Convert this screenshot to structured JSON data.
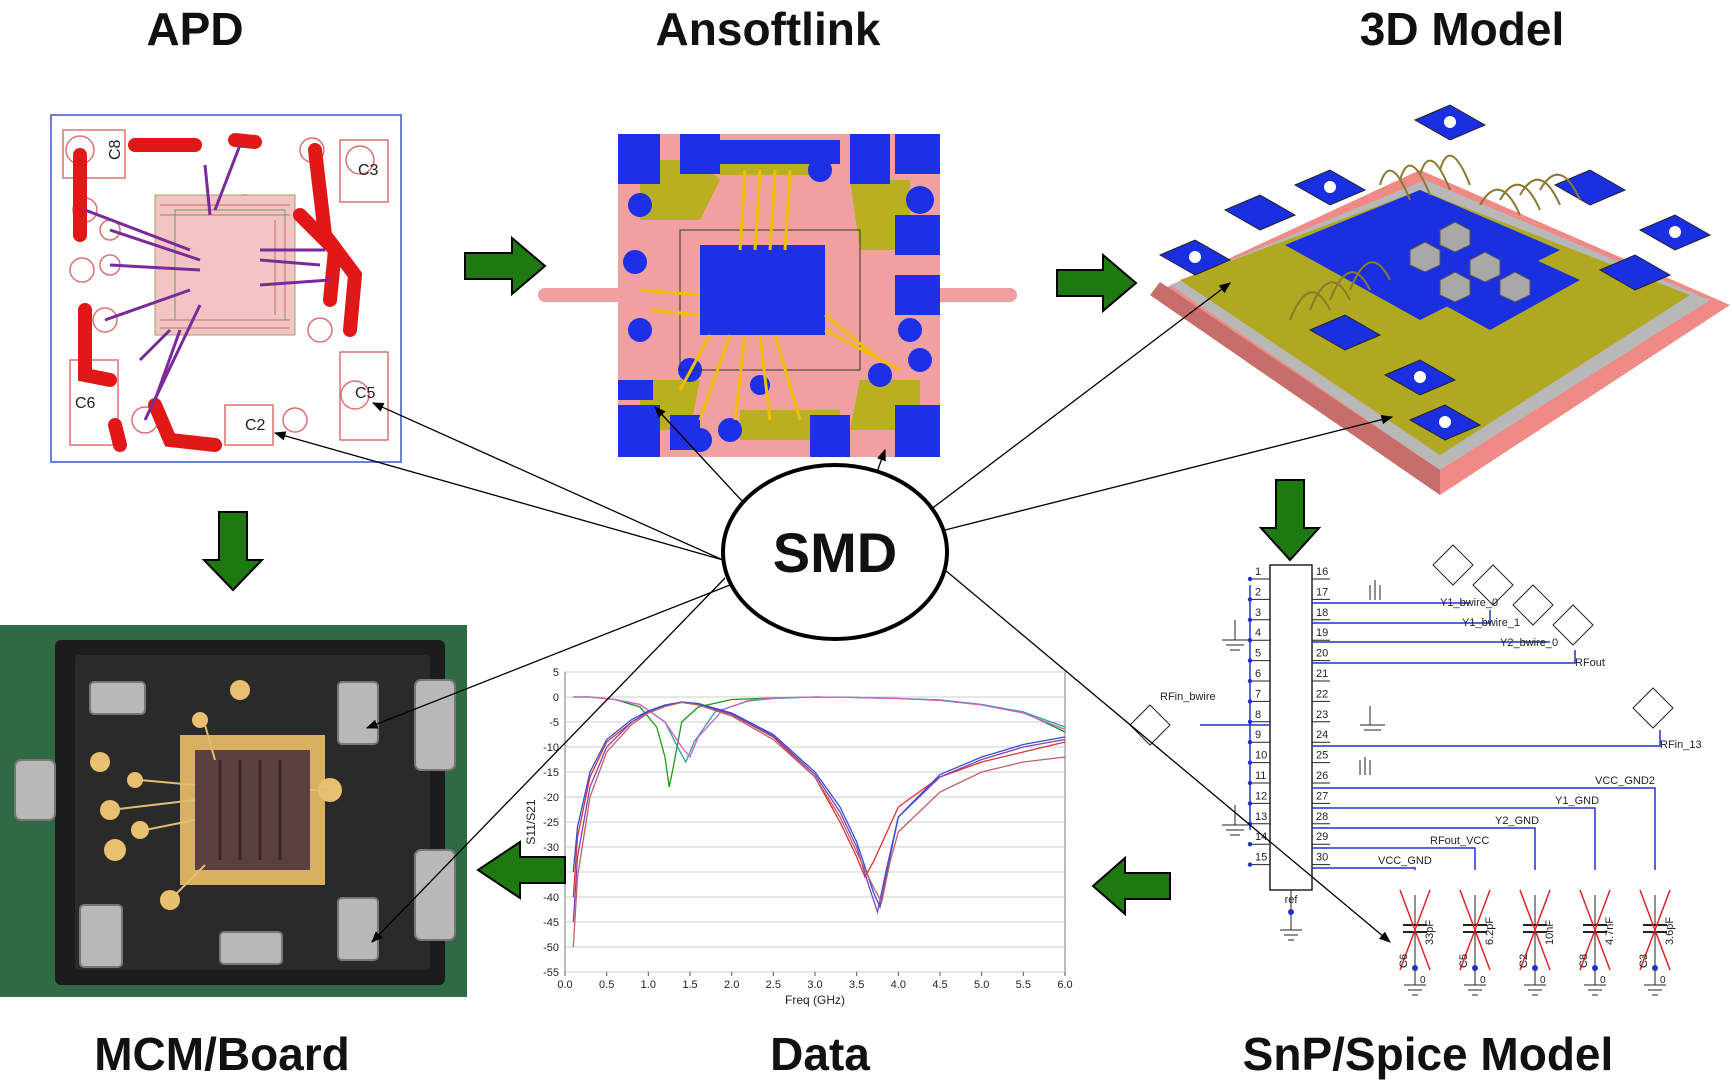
{
  "labels": {
    "apd": "APD",
    "ansoftlink": "Ansoftlink",
    "model3d": "3D Model",
    "mcm": "MCM/Board",
    "data": "Data",
    "snp": "SnP/Spice Model",
    "center": "SMD"
  },
  "apd_silk": [
    "C8",
    "C3",
    "C6",
    "C5",
    "C2"
  ],
  "schematic": {
    "left_pins": [
      "1",
      "2",
      "3",
      "4",
      "5",
      "6",
      "7",
      "8",
      "9",
      "10",
      "11",
      "12",
      "13",
      "14",
      "15"
    ],
    "right_pins": [
      "16",
      "17",
      "18",
      "19",
      "20",
      "21",
      "22",
      "23",
      "24",
      "25",
      "26",
      "27",
      "28",
      "29",
      "30"
    ],
    "ref": "ref",
    "nets": {
      "y1_bwire_0": "Y1_bwire_0",
      "y1_bwire_1": "Y1_bwire_1",
      "y2_bwire_0": "Y2_bwire_0",
      "rfout": "RFout",
      "rfin_bwire": "RFin_bwire",
      "rfin_13": "RFin_13",
      "vcc_gnd2": "VCC_GND2",
      "y1_gnd": "Y1_GND",
      "y2_gnd": "Y2_GND",
      "rfout_vcc": "RFout_VCC",
      "vcc_gnd": "VCC_GND"
    },
    "caps": [
      {
        "ref": "C6",
        "value": "33pF"
      },
      {
        "ref": "C5",
        "value": "6.2pF"
      },
      {
        "ref": "C2",
        "value": "10nF"
      },
      {
        "ref": "C8",
        "value": "4.7nF"
      },
      {
        "ref": "C3",
        "value": "3.6pF"
      }
    ],
    "gnd_label": "0"
  },
  "chart_data": {
    "type": "line",
    "xlabel": "Freq (GHz)",
    "ylabel": "S11/S21",
    "xlim": [
      0.0,
      6.0
    ],
    "ylim": [
      -55,
      5
    ],
    "xticks": [
      "0.0",
      "0.5",
      "1.0",
      "1.5",
      "2.0",
      "2.5",
      "3.0",
      "3.5",
      "4.0",
      "4.5",
      "5.0",
      "5.5",
      "6.0"
    ],
    "yticks": [
      "5",
      "0",
      "-5",
      "-10",
      "-15",
      "-20",
      "-25",
      "-30",
      "-35",
      "-40",
      "-45",
      "-50",
      "-55"
    ],
    "grid": "horizontal",
    "series": [
      {
        "color": "#1a9a1a",
        "x": [
          0.1,
          0.3,
          0.6,
          0.9,
          1.1,
          1.2,
          1.25,
          1.3,
          1.4,
          1.6,
          2.0,
          2.5,
          3.0,
          3.5,
          4.0,
          4.5,
          5.0,
          5.5,
          6.0
        ],
        "y": [
          0,
          0,
          -0.5,
          -2,
          -6,
          -12,
          -18,
          -14,
          -5,
          -2,
          -0.5,
          -0.2,
          0,
          -0.1,
          -0.3,
          -0.6,
          -1.5,
          -3,
          -7
        ]
      },
      {
        "color": "#2aa0a0",
        "x": [
          0.1,
          0.3,
          0.6,
          0.9,
          1.2,
          1.35,
          1.45,
          1.55,
          1.8,
          2.2,
          2.5,
          3.0,
          3.5,
          4.0,
          4.5,
          5.0,
          5.5,
          6.0
        ],
        "y": [
          0,
          0,
          -0.5,
          -1.5,
          -5,
          -10,
          -13,
          -9,
          -3,
          -0.8,
          -0.3,
          0,
          -0.1,
          -0.3,
          -0.6,
          -1.5,
          -3,
          -6
        ]
      },
      {
        "color": "#d060d0",
        "x": [
          0.1,
          0.3,
          0.6,
          0.9,
          1.2,
          1.4,
          1.5,
          1.6,
          1.9,
          2.2,
          2.5,
          3.0,
          3.5,
          4.0,
          4.5,
          5.0,
          5.5,
          6.0
        ],
        "y": [
          0,
          0,
          -0.5,
          -1.5,
          -5,
          -10,
          -12,
          -8,
          -2.5,
          -0.7,
          -0.2,
          0,
          -0.1,
          -0.3,
          -0.7,
          -1.6,
          -3.2,
          -6.5
        ]
      },
      {
        "color": "#e03030",
        "x": [
          0.1,
          0.15,
          0.3,
          0.5,
          0.8,
          1.0,
          1.2,
          1.4,
          1.6,
          2.0,
          2.5,
          3.0,
          3.3,
          3.5,
          3.6,
          3.7,
          4.0,
          4.5,
          5.0,
          5.5,
          6.0
        ],
        "y": [
          -40,
          -28,
          -16,
          -9,
          -5,
          -3,
          -1.8,
          -1,
          -1.5,
          -3.5,
          -8,
          -16,
          -25,
          -32,
          -36,
          -33,
          -22,
          -16,
          -13,
          -11,
          -9
        ]
      },
      {
        "color": "#8040c0",
        "x": [
          0.1,
          0.15,
          0.3,
          0.5,
          0.8,
          1.0,
          1.2,
          1.4,
          1.6,
          2.0,
          2.5,
          3.0,
          3.3,
          3.5,
          3.65,
          3.75,
          3.85,
          4.0,
          4.5,
          5.0,
          5.5,
          6.0
        ],
        "y": [
          -45,
          -32,
          -18,
          -10,
          -5,
          -3,
          -1.7,
          -1,
          -1.4,
          -3.4,
          -7.8,
          -15.5,
          -23,
          -30,
          -38,
          -43,
          -35,
          -24,
          -16,
          -12.5,
          -10,
          -8.5
        ]
      },
      {
        "color": "#3050d0",
        "x": [
          0.1,
          0.15,
          0.3,
          0.5,
          0.8,
          1.0,
          1.2,
          1.4,
          1.6,
          2.0,
          2.5,
          3.0,
          3.3,
          3.5,
          3.7,
          3.78,
          3.9,
          4.0,
          4.5,
          5.0,
          5.5,
          6.0
        ],
        "y": [
          -35,
          -26,
          -15,
          -8.5,
          -4.5,
          -2.8,
          -1.6,
          -1,
          -1.3,
          -3.2,
          -7.5,
          -15,
          -22,
          -29,
          -39,
          -42,
          -32,
          -24,
          -15.5,
          -12,
          -9.5,
          -8
        ]
      },
      {
        "color": "#c06060",
        "x": [
          0.1,
          0.15,
          0.3,
          0.5,
          0.8,
          1.0,
          1.2,
          1.4,
          1.6,
          2.0,
          2.5,
          3.0,
          3.3,
          3.5,
          3.7,
          3.8,
          3.9,
          4.0,
          4.5,
          5.0,
          5.5,
          6.0
        ],
        "y": [
          -50,
          -36,
          -20,
          -11,
          -5.5,
          -3.2,
          -1.9,
          -1.1,
          -1.6,
          -3.8,
          -8.5,
          -16,
          -24,
          -31,
          -38,
          -41,
          -33,
          -27,
          -19,
          -15,
          -13,
          -12
        ]
      }
    ]
  }
}
